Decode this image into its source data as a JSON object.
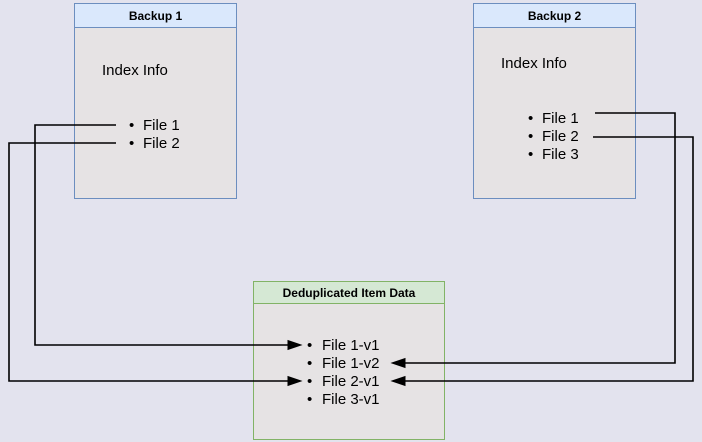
{
  "backup1": {
    "title": "Backup 1",
    "index_label": "Index Info",
    "files": [
      "File 1",
      "File 2"
    ]
  },
  "backup2": {
    "title": "Backup 2",
    "index_label": "Index Info",
    "files": [
      "File 1",
      "File 2",
      "File 3"
    ]
  },
  "dedup": {
    "title": "Deduplicated Item Data",
    "items": [
      "File 1-v1",
      "File 1-v2",
      "File 2-v1",
      "File 3-v1"
    ]
  },
  "connections": [
    {
      "from": "Backup 1 / File 1",
      "to": "File 1-v1",
      "route": "left"
    },
    {
      "from": "Backup 1 / File 2",
      "to": "File 2-v1",
      "route": "left"
    },
    {
      "from": "Backup 2 / File 1",
      "to": "File 1-v2",
      "route": "right"
    },
    {
      "from": "Backup 2 / File 2",
      "to": "File 2-v1",
      "route": "right"
    }
  ],
  "colors": {
    "canvas_bg": "#e3e3ee",
    "box_body_bg": "#e6e3e4",
    "blue_title_bg": "#dae8fc",
    "blue_border": "#6c8ebf",
    "green_title_bg": "#d5e8d4",
    "green_border": "#82b366",
    "connector": "#000000"
  }
}
